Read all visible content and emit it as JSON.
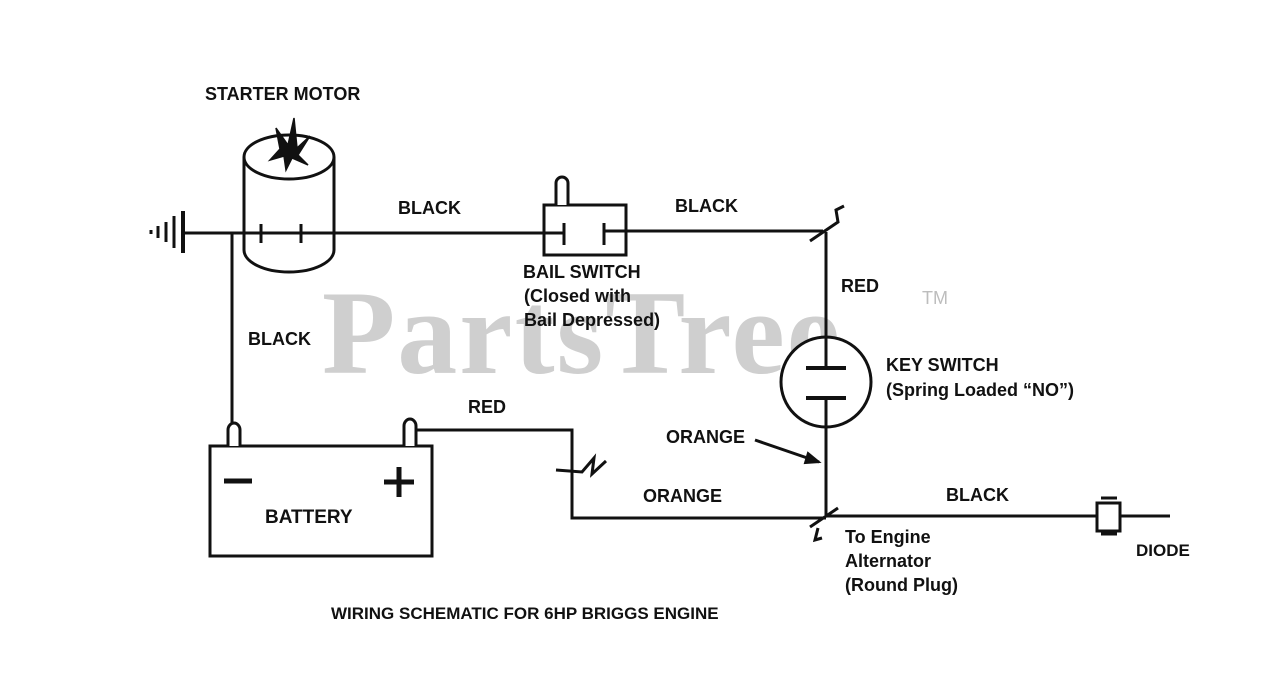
{
  "watermark": {
    "text": "PartsTree",
    "tm": "TM"
  },
  "labels": {
    "starter_motor": "STARTER MOTOR",
    "black_top_left": "BLACK",
    "black_top_right": "BLACK",
    "bail_switch": "BAIL SWITCH",
    "bail_switch_note_1": "(Closed with",
    "bail_switch_note_2": "Bail Depressed)",
    "black_left_vertical": "BLACK",
    "red_vertical": "RED",
    "key_switch": "KEY SWITCH",
    "key_switch_note": "(Spring Loaded “NO”)",
    "red_battery": "RED",
    "orange_pointer": "ORANGE",
    "orange_bottom": "ORANGE",
    "black_bottom": "BLACK",
    "battery": "BATTERY",
    "battery_minus": "−",
    "battery_plus": "+",
    "engine_1": "To Engine",
    "engine_2": "Alternator",
    "engine_3": "(Round Plug)",
    "diode": "DIODE",
    "caption": "WIRING SCHEMATIC FOR 6HP BRIGGS ENGINE"
  },
  "colors": {
    "line": "#111111",
    "watermark": "#cfcfcf"
  }
}
